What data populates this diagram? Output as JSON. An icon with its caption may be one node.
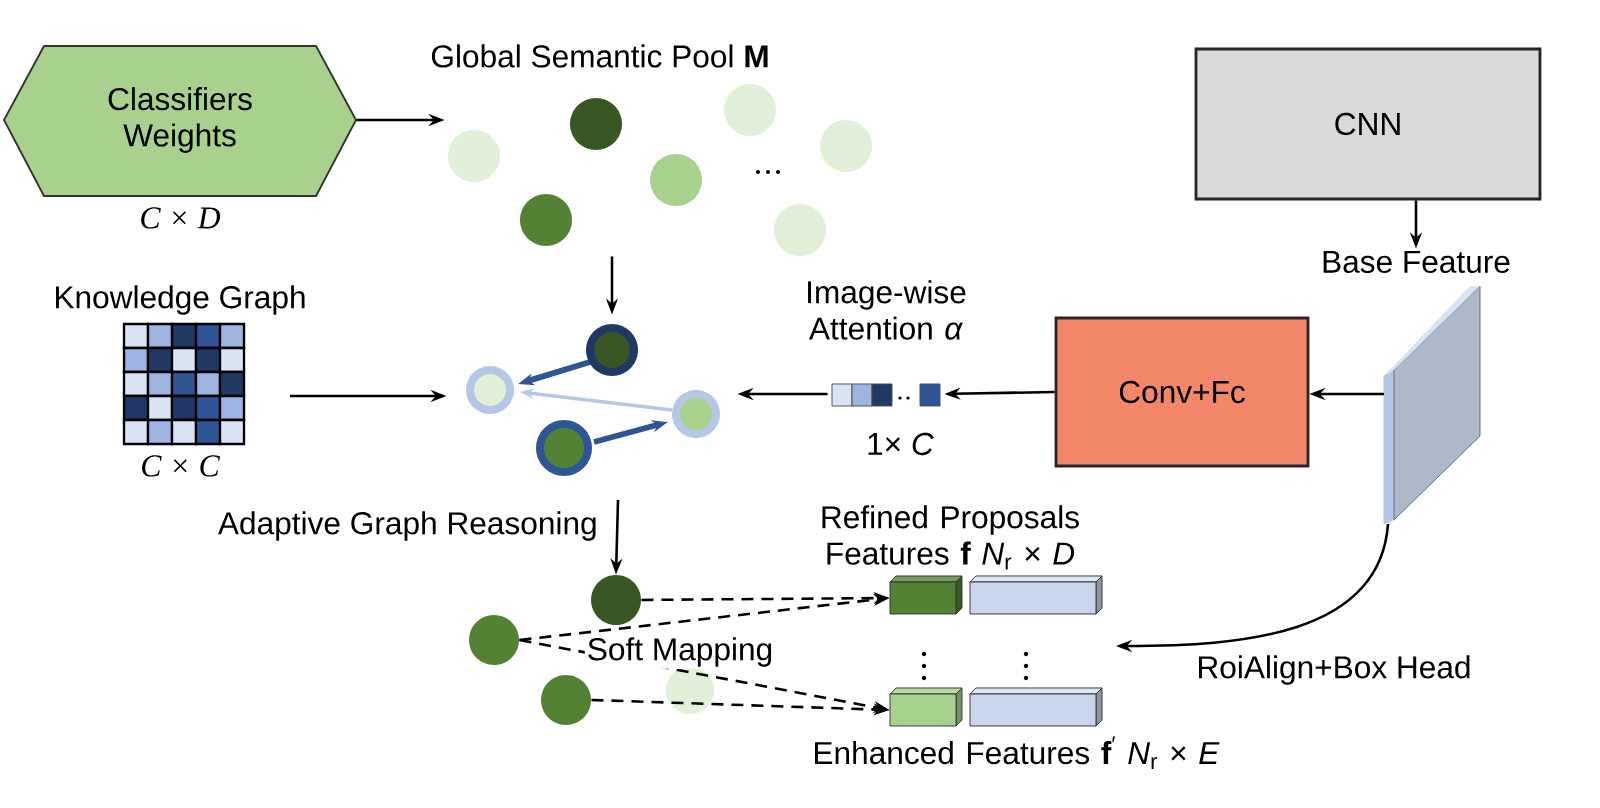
{
  "diagram": {
    "nodes": [
      {
        "text": [
          "Classifiers Weights"
        ],
        "beside": [
          "C × D"
        ]
      },
      {
        "text": [
          "Global Semantic Pool **M**"
        ]
      },
      {
        "text": [
          "Knowledge Graph"
        ],
        "beside": [
          "C × C"
        ]
      },
      {
        "text": [
          "Adaptive Graph Reasoning"
        ]
      },
      {
        "text": [
          "CNN"
        ]
      },
      {
        "text": [
          "Base Feature"
        ]
      },
      {
        "text": [
          "Conv+Fc"
        ]
      },
      {
        "text": [
          "Image-wise Attention *α*"
        ],
        "beside": [
          "1× *C*"
        ]
      },
      {
        "text": [],
        "shape": "circle"
      },
      {
        "text": [],
        "shape": "circle"
      },
      {
        "text": [],
        "shape": "circle"
      },
      {
        "text": [
          "Refined Proposals Features **f** *N*$_{r}$ × *D*"
        ]
      },
      {
        "text": [
          "Enhanced Features **f**$^{′}$ *N*$_{r}$ × *E*"
        ]
      }
    ],
    "edges": [
      {
        "from": 0,
        "to": 1,
        "arrow": "to"
      },
      {
        "from": 1,
        "to": 3,
        "arrow": "to"
      },
      {
        "from": 2,
        "to": 3,
        "arrow": "to"
      },
      {
        "from": 7,
        "to": 3,
        "arrow": "to"
      },
      {
        "from": 6,
        "to": 7,
        "arrow": "to"
      },
      {
        "from": 5,
        "to": 6,
        "arrow": "to"
      },
      {
        "from": 4,
        "to": 5,
        "arrow": "to"
      },
      {
        "from": 3,
        "to": 8,
        "arrow": "to"
      },
      {
        "from": 5,
        "to": null,
        "arrow": "to",
        "label": "RoiAlign+Box Head"
      },
      {
        "from": 8,
        "to": 11,
        "arrow": "to",
        "style": "dashed"
      },
      {
        "from": 9,
        "to": 11,
        "arrow": "to",
        "style": "dashed"
      },
      {
        "from": 9,
        "to": 12,
        "arrow": "to",
        "style": "dashed",
        "label": "Soft Mapping"
      },
      {
        "from": 10,
        "to": 12,
        "arrow": "to",
        "style": "dashed"
      }
    ]
  }
}
